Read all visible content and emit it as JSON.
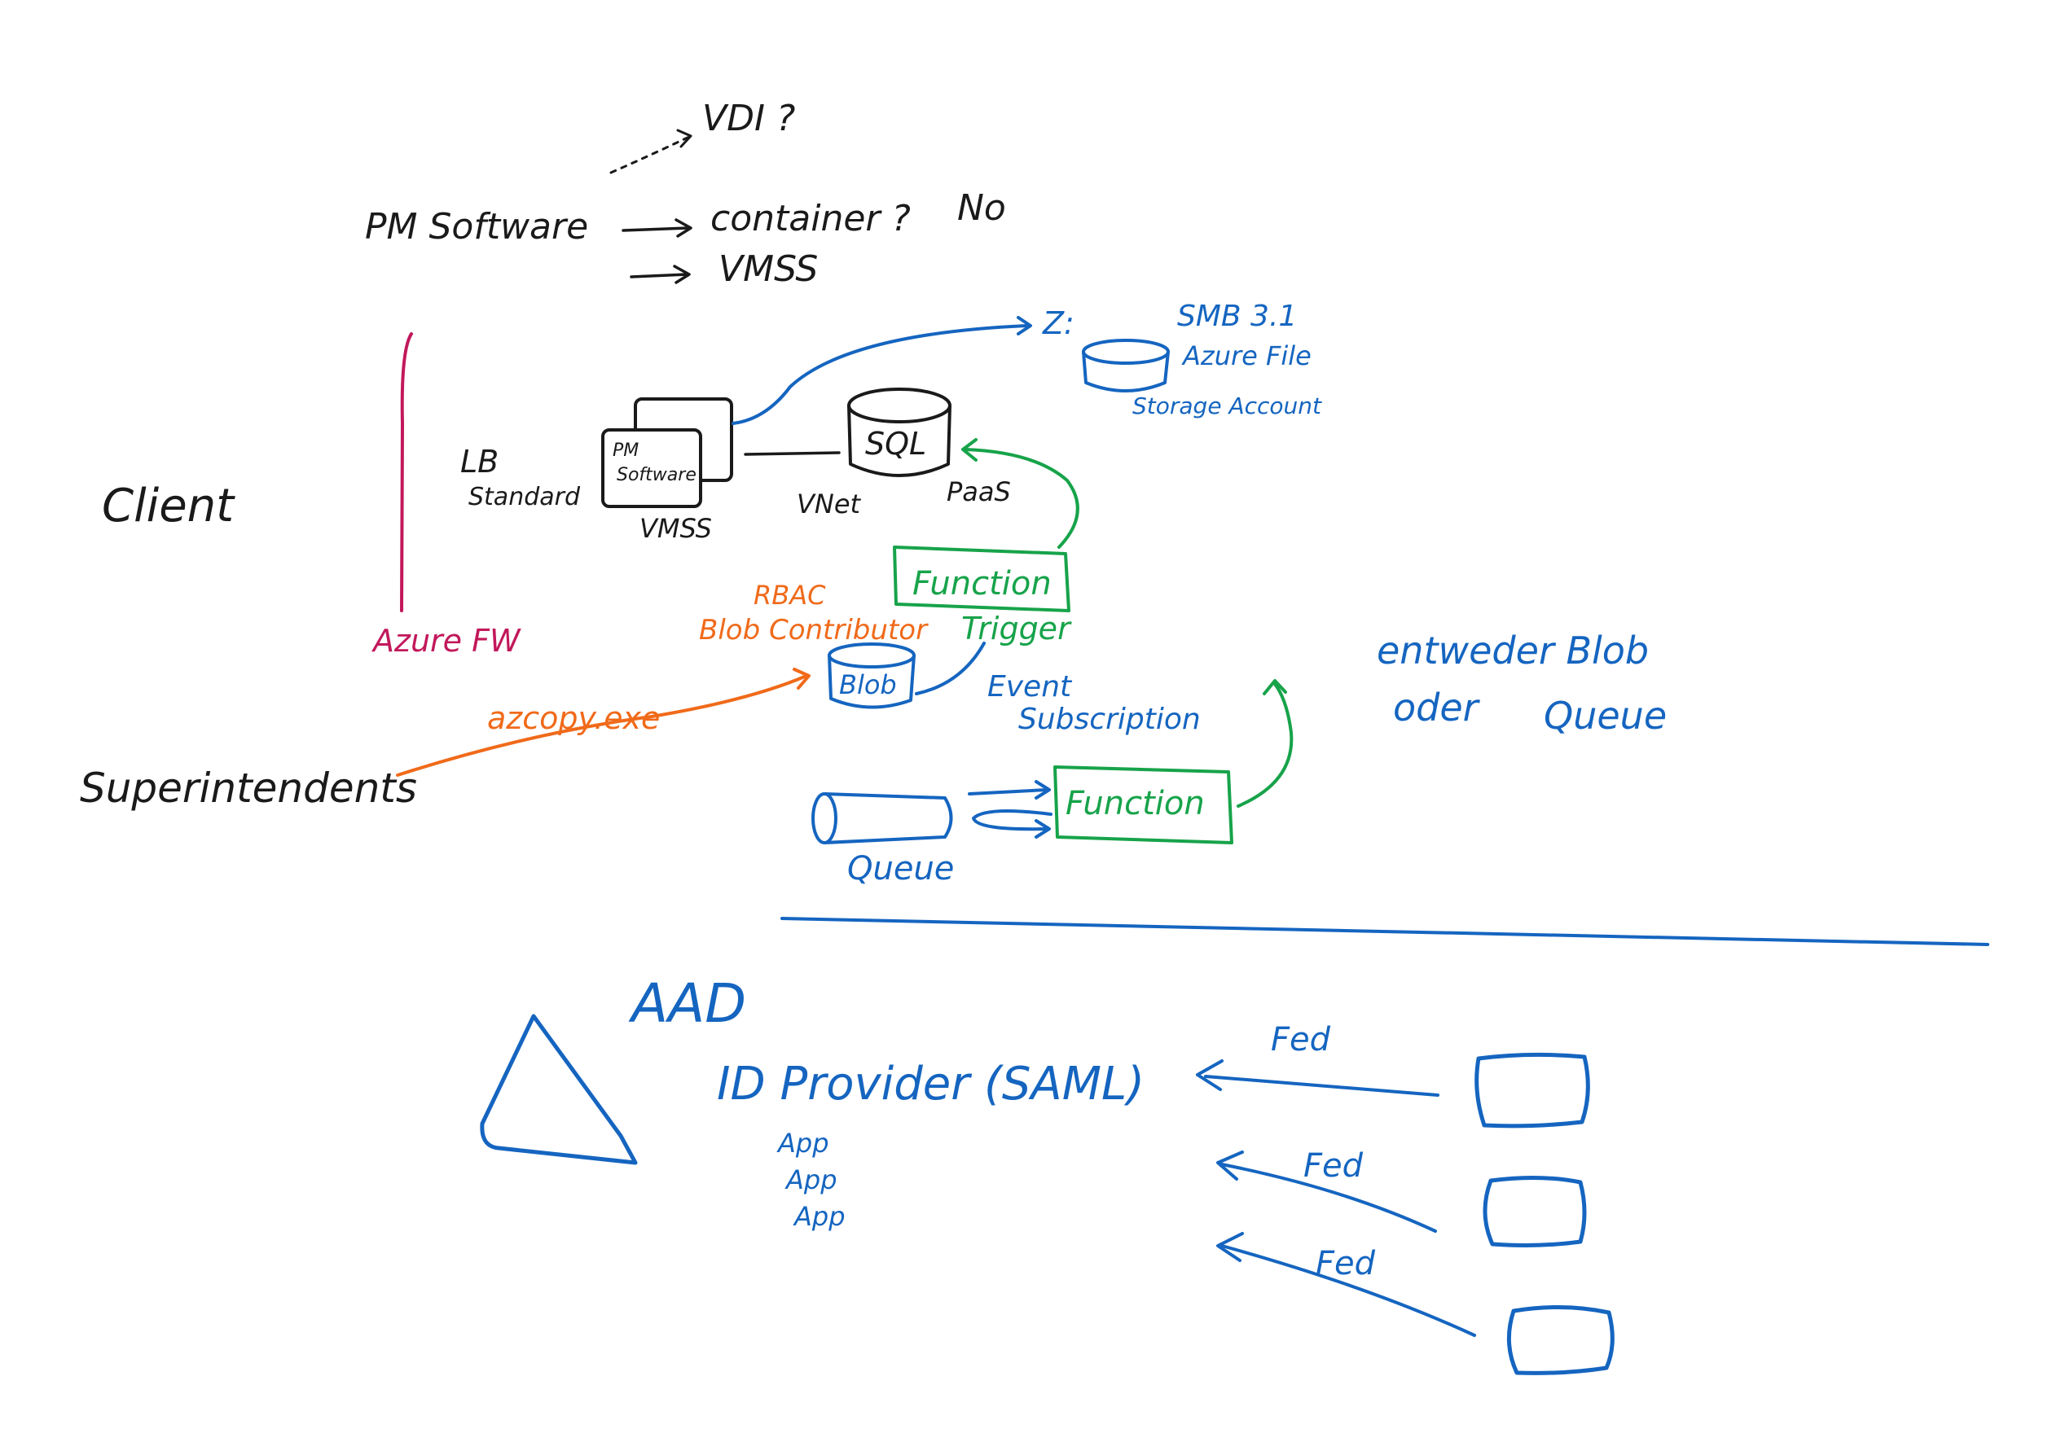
{
  "colors": {
    "black": "#1a1a1a",
    "blue": "#1565c0",
    "green": "#17a34a",
    "orange": "#f06a1a",
    "magenta": "#c2185b"
  },
  "top": {
    "vdi": "VDI ?",
    "pm_software": "PM Software",
    "container": "container ?",
    "no": "No",
    "vmss_option": "VMSS"
  },
  "architecture": {
    "client": "Client",
    "azure_fw": "Azure FW",
    "lb_line1": "LB",
    "lb_line2": "Standard",
    "vm_line1": "PM",
    "vm_line2": "Software",
    "vmss": "VMSS",
    "vnet": "VNet",
    "sql": "SQL",
    "paas": "PaaS",
    "z_drive": "Z:",
    "smb": "SMB 3.1",
    "azure_file": "Azure File",
    "storage_account": "Storage Account",
    "function_trigger_box": "Function",
    "trigger": "Trigger",
    "rbac": "RBAC",
    "blob_contributor": "Blob Contributor",
    "blob": "Blob",
    "event_line1": "Event",
    "event_line2": "Subscription",
    "azcopy": "azcopy.exe",
    "superintendents": "Superintendents",
    "queue_label": "Queue",
    "function_queue_box": "Function",
    "entweder_line1": "entweder Blob",
    "oder": "oder",
    "queue_word": "Queue"
  },
  "identity": {
    "aad": "AAD",
    "id_provider": "ID Provider (SAML)",
    "apps": [
      "App",
      "App",
      "App"
    ],
    "fed_labels": [
      "Fed",
      "Fed",
      "Fed"
    ]
  }
}
